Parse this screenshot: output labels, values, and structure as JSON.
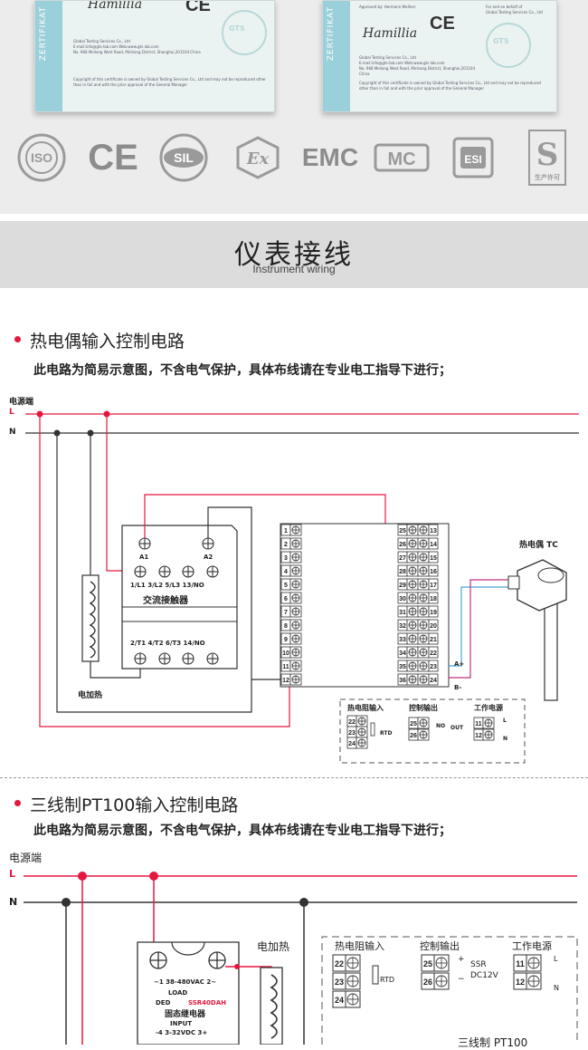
{
  "certificates": [
    {
      "side_text": "ZERTIFIKAT",
      "approved_by": "",
      "for_behalf": "",
      "company": "Global Testing Services Co., Ltd",
      "email": "E-mail:info@gts-lab.com  Web:www.gts-lab.com",
      "address": "No. 968 Meilong West Road, Minhang District, Shanghai,201104 China",
      "copyright": "Copyright of this certificate is owned by Global Testing Services Co., Ltd and may not be reproduced other than in full and with the prior approval of the General Manager",
      "mark": "CE",
      "seal": "GTS"
    },
    {
      "side_text": "ZERTIFIKAT",
      "approved_by": "Approved by: Hermann Wellner",
      "for_behalf": "For and on behalf of",
      "company": "Global Testing Services Co., Ltd",
      "email": "E-mail:info@gts-lab.com  Web:www.gts-lab.com",
      "address": "No. 968 Meilong West Road, Minhang District, Shanghai,201104 China",
      "copyright": "Copyright of this certificate is owned by Global Testing Services Co., Ltd and may not be reproduced other than in full and with the prior approval of the General Manager",
      "mark": "CE",
      "seal": "GTS"
    }
  ],
  "logos": [
    {
      "name": "iso-logo",
      "text": "ISO"
    },
    {
      "name": "ce-logo",
      "text": "CE"
    },
    {
      "name": "sil-logo",
      "text": "SIL"
    },
    {
      "name": "ex-logo",
      "text": "Ex"
    },
    {
      "name": "emc-logo",
      "text": "EMC"
    },
    {
      "name": "mc-logo",
      "text": "MC"
    },
    {
      "name": "esi-logo",
      "text": "ESI"
    },
    {
      "name": "s-logo",
      "text": "S",
      "sub": "生产许可"
    }
  ],
  "wiring": {
    "title": "仪表接线",
    "subtitle": "Instrument wiring"
  },
  "section1": {
    "title": "热电偶输入控制电路",
    "note": "此电路为简易示意图，不含电气保护，具体布线请在专业电工指导下进行；",
    "power": "电源端",
    "L": "L",
    "N": "N",
    "contactor": {
      "a1": "A1",
      "a2": "A2",
      "top_terms": "1/L1   3/L2   5/L3   13/NO",
      "name": "交流接触器",
      "bottom_terms": "2/T1   4/T2   6/T3   14/NO"
    },
    "heater": "电加热",
    "thermocouple": "热电偶 TC",
    "aplus": "A+",
    "bminus": "B-",
    "left_terms": [
      "1",
      "2",
      "3",
      "4",
      "5",
      "6",
      "7",
      "8",
      "9",
      "10",
      "11",
      "12"
    ],
    "mid_terms": [
      "25",
      "26",
      "27",
      "28",
      "29",
      "30",
      "31",
      "32",
      "33",
      "34",
      "35",
      "36"
    ],
    "right_terms": [
      "13",
      "14",
      "15",
      "16",
      "17",
      "18",
      "19",
      "20",
      "21",
      "22",
      "23",
      "24"
    ],
    "legend": {
      "rtd_title": "热电阻输入",
      "ctrl_title": "控制输出",
      "pwr_title": "工作电源",
      "rtd_terms": [
        "22",
        "23",
        "24"
      ],
      "rtd": "RTD",
      "ctrl_terms": [
        "25",
        "26"
      ],
      "no": "NO",
      "out": "OUT",
      "pwr_terms": [
        "11",
        "12"
      ],
      "l": "L",
      "n": "N"
    }
  },
  "section2": {
    "title": "三线制PT100输入控制电路",
    "note": "此电路为简易示意图，不含电气保护，具体布线请在专业电工指导下进行；",
    "power": "电源端",
    "L": "L",
    "N": "N",
    "heater": "电加热",
    "ssr": {
      "line1": "~1  38-480VAC  2~",
      "load": "LOAD",
      "ded": "DED",
      "model": "SSR40DAH",
      "name": "固态继电器",
      "input": "INPUT",
      "line2": "-4  3-32VDC  3+"
    },
    "legend": {
      "rtd_title": "热电阻输入",
      "ctrl_title": "控制输出",
      "pwr_title": "工作电源",
      "rtd_terms": [
        "22",
        "23",
        "24"
      ],
      "rtd": "RTD",
      "ctrl_terms": [
        "25",
        "26"
      ],
      "ssr": "SSR",
      "dc": "DC12V",
      "pwr_terms": [
        "11",
        "12"
      ],
      "l": "L",
      "n": "N",
      "plus": "+",
      "minus": "−"
    },
    "bottom_caption": "三线制 PT100"
  },
  "colors": {
    "red": "#e5173f",
    "dark": "#333333",
    "blue": "#4aa3d8",
    "magenta": "#c0307f"
  }
}
